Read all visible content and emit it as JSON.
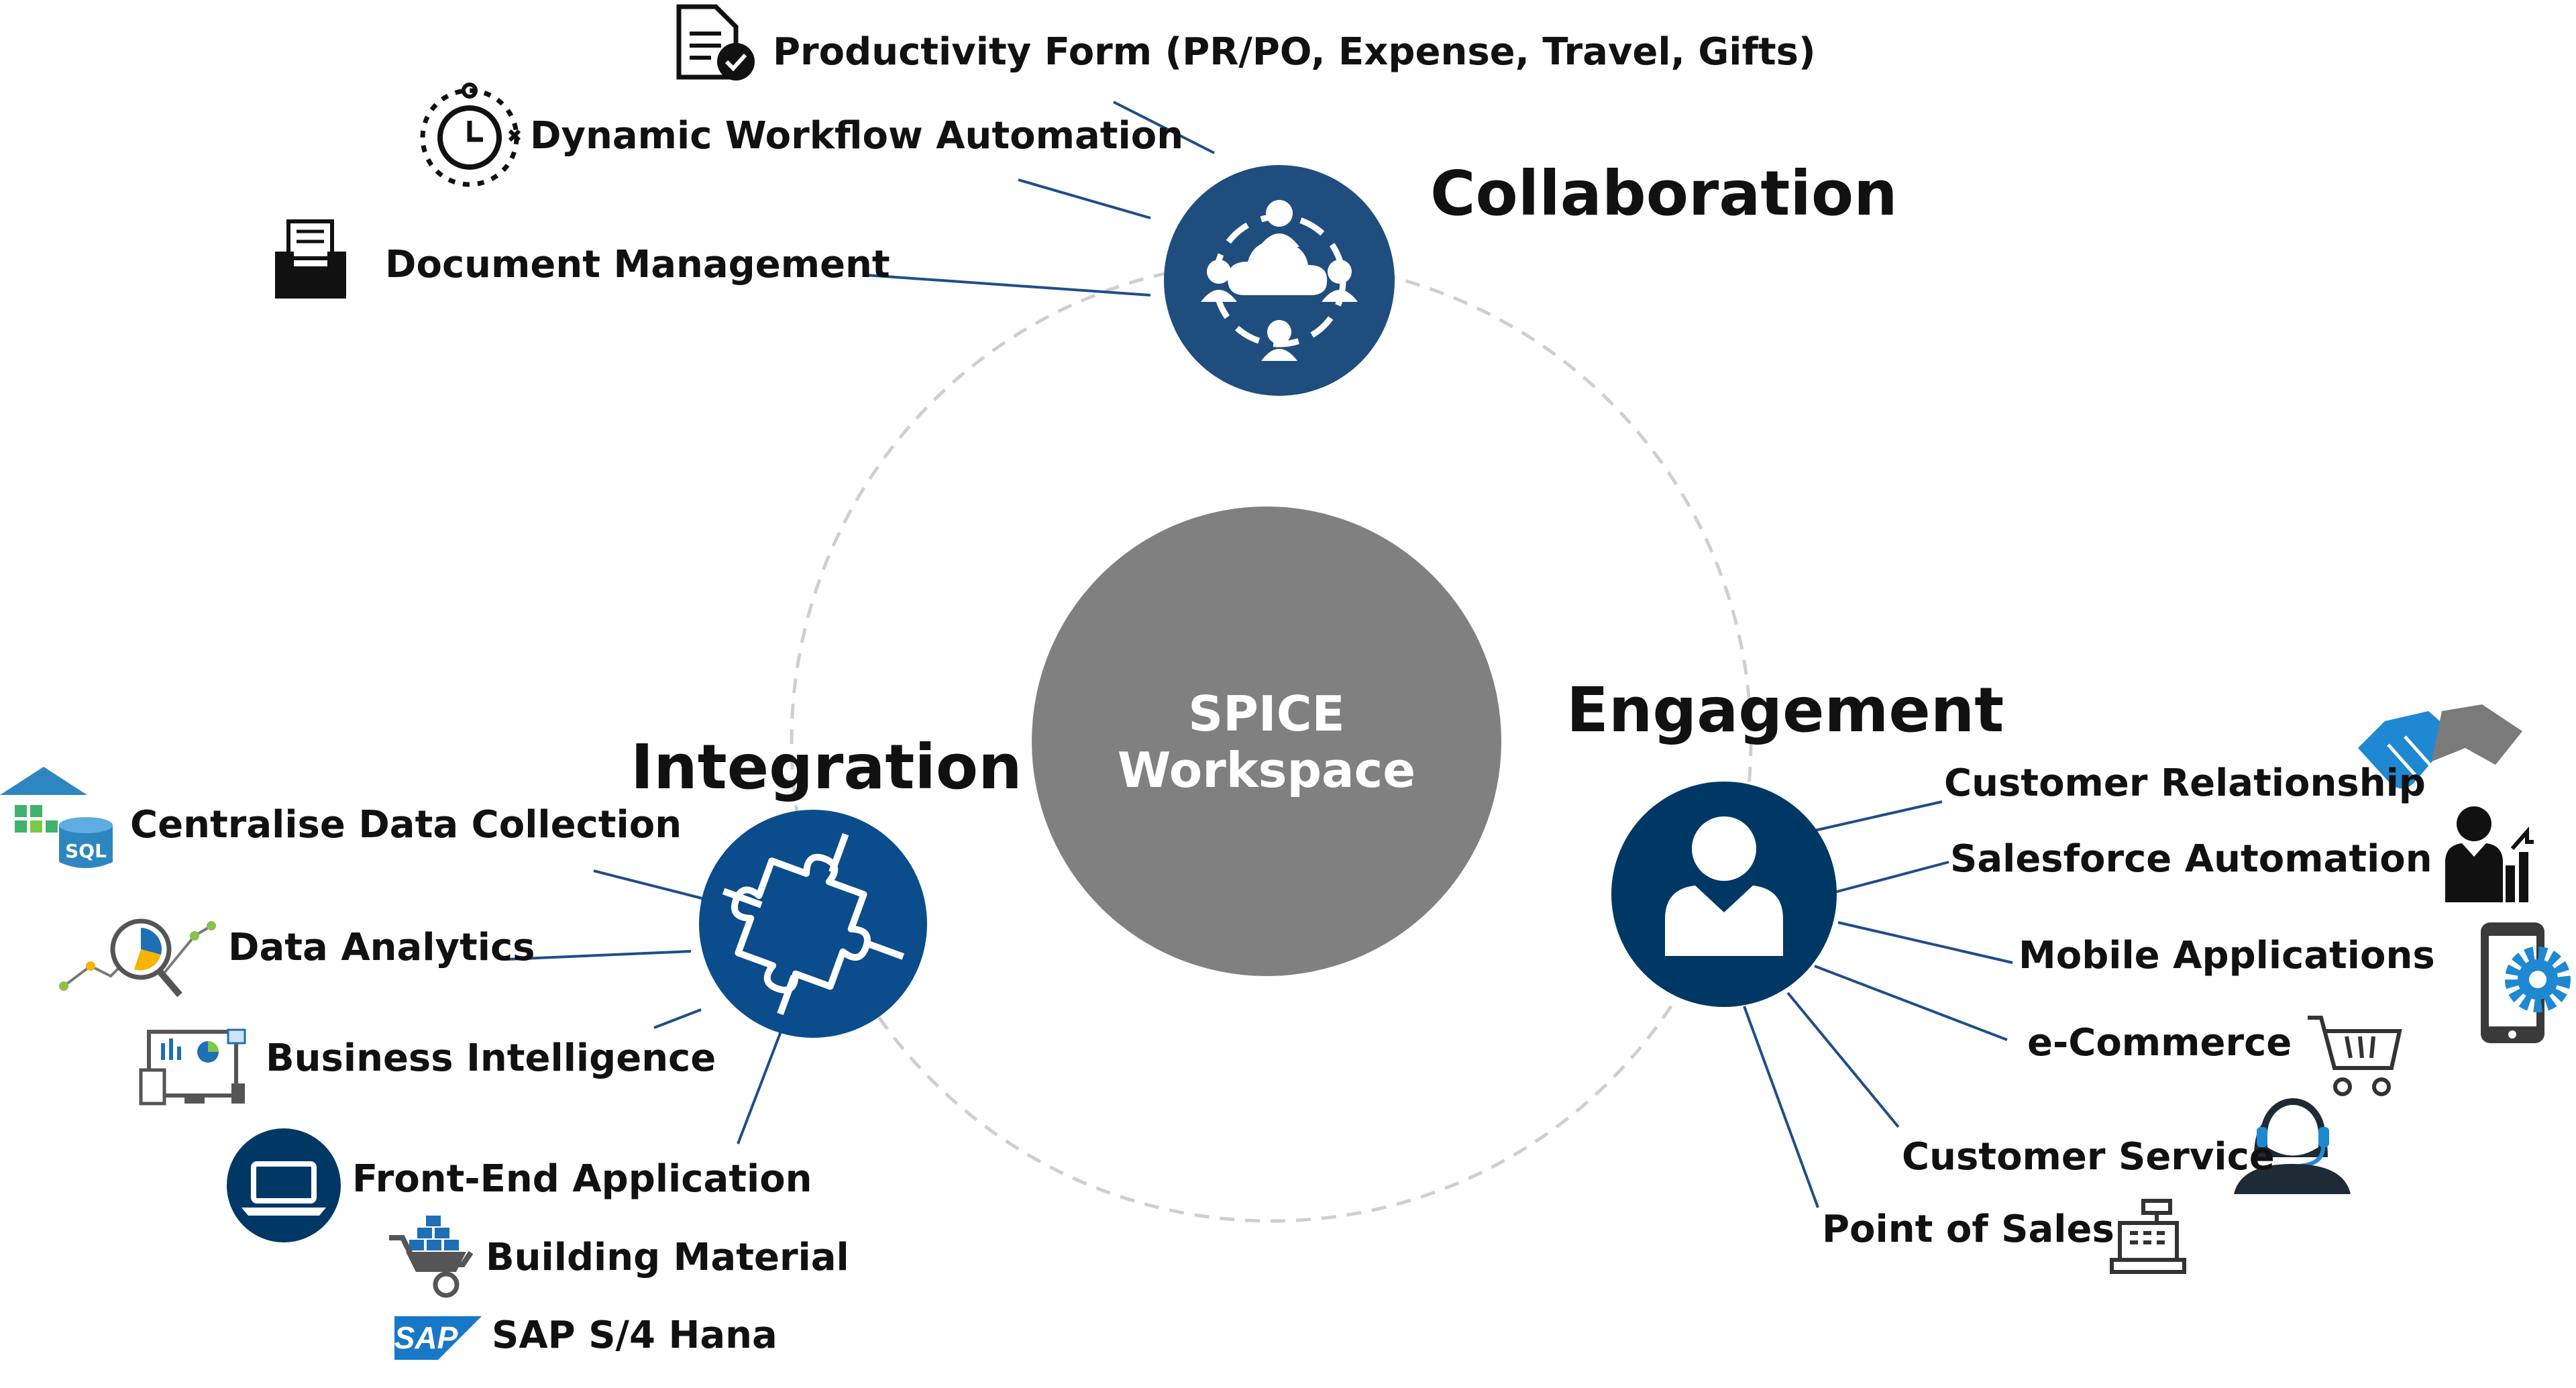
{
  "center": {
    "line1": "SPICE",
    "line2": "Workspace"
  },
  "colors": {
    "primary_dark": "#003865",
    "primary": "#0b4c8c",
    "hub_gray": "#808080",
    "accent": "#1e88d2",
    "line": "#1f4e89"
  },
  "collaboration": {
    "title": "Collaboration",
    "items": [
      {
        "label": "Productivity Form (PR/PO, Expense, Travel, Gifts)",
        "icon": "form-check-icon"
      },
      {
        "label": "Dynamic Workflow Automation",
        "icon": "workflow-clock-icon"
      },
      {
        "label": "Document Management",
        "icon": "document-tray-icon"
      }
    ]
  },
  "integration": {
    "title": "Integration",
    "items": [
      {
        "label": "Centralise Data Collection",
        "icon": "sql-warehouse-icon",
        "icon_text": "SQL"
      },
      {
        "label": "Data Analytics",
        "icon": "analytics-magnifier-icon"
      },
      {
        "label": "Business Intelligence",
        "icon": "dashboard-monitor-icon"
      },
      {
        "label": "Front-End Application",
        "icon": "laptop-icon"
      },
      {
        "label": "Building Material",
        "icon": "wheelbarrow-icon"
      },
      {
        "label": "SAP S/4 Hana",
        "icon": "sap-logo-icon",
        "icon_text": "SAP"
      }
    ]
  },
  "engagement": {
    "title": "Engagement",
    "items": [
      {
        "label": "Customer Relationship",
        "icon": "handshake-icon"
      },
      {
        "label": "Salesforce Automation",
        "icon": "businessman-chart-icon"
      },
      {
        "label": "Mobile Applications",
        "icon": "mobile-gear-icon"
      },
      {
        "label": "e-Commerce",
        "icon": "shopping-cart-icon"
      },
      {
        "label": "Customer Service",
        "icon": "headset-agent-icon"
      },
      {
        "label": "Point of Sales",
        "icon": "cash-register-icon"
      }
    ]
  }
}
